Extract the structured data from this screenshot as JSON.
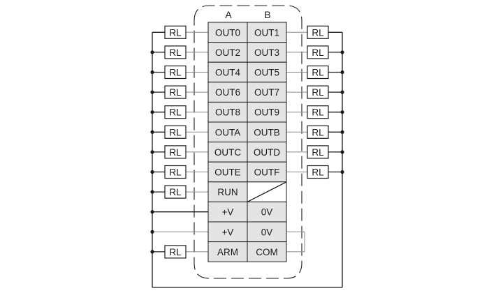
{
  "columns": {
    "a": "A",
    "b": "B"
  },
  "relay_label": "RL",
  "rows": [
    {
      "a": "OUT0",
      "b": "OUT1",
      "left_relay": true,
      "right_relay": true
    },
    {
      "a": "OUT2",
      "b": "OUT3",
      "left_relay": true,
      "right_relay": true
    },
    {
      "a": "OUT4",
      "b": "OUT5",
      "left_relay": true,
      "right_relay": true
    },
    {
      "a": "OUT6",
      "b": "OUT7",
      "left_relay": true,
      "right_relay": true
    },
    {
      "a": "OUT8",
      "b": "OUT9",
      "left_relay": true,
      "right_relay": true
    },
    {
      "a": "OUTA",
      "b": "OUTB",
      "left_relay": true,
      "right_relay": true
    },
    {
      "a": "OUTC",
      "b": "OUTD",
      "left_relay": true,
      "right_relay": true
    },
    {
      "a": "OUTE",
      "b": "OUTF",
      "left_relay": true,
      "right_relay": true
    },
    {
      "a": "RUN",
      "b": "",
      "left_relay": true,
      "right_relay": false,
      "b_slash": true
    },
    {
      "a": "+V",
      "b": "0V",
      "left_relay": false,
      "right_relay": false
    },
    {
      "a": "+V",
      "b": "0V",
      "left_relay": false,
      "right_relay": false
    },
    {
      "a": "ARM",
      "b": "COM",
      "left_relay": true,
      "right_relay": false
    }
  ],
  "colors": {
    "cell_fill": "#e4e4e4",
    "line": "#1a1a1a",
    "paired_wire": "#8a8a8a"
  }
}
